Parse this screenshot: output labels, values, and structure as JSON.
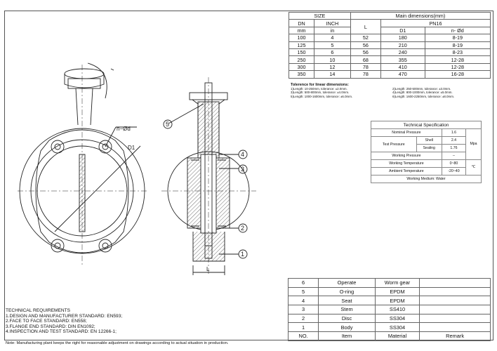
{
  "dim_table": {
    "size": "SIZE",
    "main_dims": "Main dimensions(mm)",
    "dn": "DN",
    "inch": "INCH",
    "l": "L",
    "pn": "PN16",
    "mm": "mm",
    "in": "in",
    "d1": "D1",
    "nd": "n- Ød",
    "rows": [
      [
        "100",
        "4",
        "52",
        "180",
        "8-19"
      ],
      [
        "125",
        "5",
        "56",
        "210",
        "8-19"
      ],
      [
        "150",
        "6",
        "56",
        "240",
        "8-23"
      ],
      [
        "250",
        "10",
        "68",
        "355",
        "12-28"
      ],
      [
        "300",
        "12",
        "78",
        "410",
        "12-28"
      ],
      [
        "350",
        "14",
        "78",
        "470",
        "16-28"
      ]
    ]
  },
  "tolerance": {
    "title": "Tolerence for linear dimensions:",
    "l1": "1)Length: 10-250mm, tolerance: ±2.0mm.",
    "r1": "2)Length: 250-500mm, tolerance: ±3.0mm.",
    "l2": "3)Length: 500-800mm, tolerance: ±4.0mm.",
    "r2": "4)Length: 800-1000mm, tolerance: ±5.0mm.",
    "l3": "5)Length: 1000-1600mm, tolerance: ±6.0mm.",
    "r3": "6)Length: 1600-2250mm, tolerance: ±8.0mm."
  },
  "spec": {
    "title": "Technical  Specification",
    "nominal_label": "Nominal Pressure",
    "nominal_val": "1.6",
    "test_label": "Test Pressure",
    "shell_label": "Shell",
    "shell_val": "2.4",
    "sealing_label": "Sealing",
    "sealing_val": "1.76",
    "mpa": "Mpa",
    "working_pressure": "Working Pressure",
    "working_pressure_val": "--",
    "working_temp": "Working Temperature",
    "working_temp_val": "0~80",
    "celsius": "℃",
    "ambient_temp": "Ambient Temperature",
    "ambient_temp_val": "-20~40",
    "medium": "Working Medium:   Water"
  },
  "parts": {
    "rows": [
      [
        "6",
        "Operate",
        "Worm gear",
        ""
      ],
      [
        "5",
        "O-ring",
        "EPDM",
        ""
      ],
      [
        "4",
        "Seat",
        "EPDM",
        ""
      ],
      [
        "3",
        "Stem",
        "SS410",
        ""
      ],
      [
        "2",
        "Disc",
        "SS304",
        ""
      ],
      [
        "1",
        "Body",
        "SS304",
        ""
      ]
    ],
    "header": [
      "NO.",
      "Item",
      "Material",
      "Remark"
    ]
  },
  "requirements": {
    "title": "TECHNICAL REQUIREMENTS",
    "lines": [
      "1.DESIGN AND MANUFACTURER STANDARD: EN593;",
      "2.FACE TO FACE STANDARD: EN558;",
      "3.FLANGE END STANDARD: DIN EN1092;",
      "4.INSPECTION AND TEST STANDARD: EN 12266-1;"
    ]
  },
  "note": "Note: Manufacturing plant keeps the right for reasonable adjustment on drawings according to actual situation in production.",
  "drawing": {
    "nd_label": "n−Ød",
    "d1_label": "D1",
    "l_label": "L",
    "callouts": [
      "5",
      "4",
      "3",
      "2",
      "1"
    ]
  }
}
